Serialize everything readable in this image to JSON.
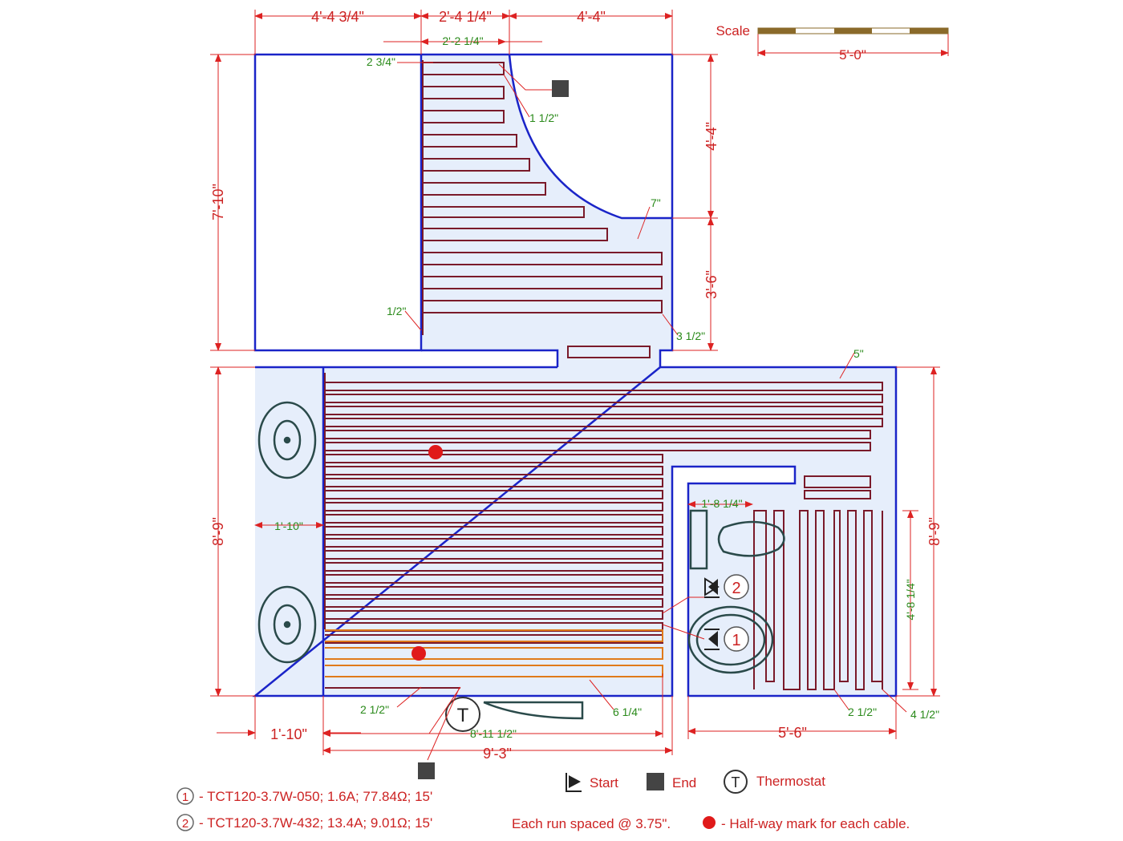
{
  "colors": {
    "wall": "#1a24c8",
    "floor": "#e6eefb",
    "cable": "#7a1a2a",
    "cable2": "#e07a1a",
    "dimension": "#dd2222",
    "note": "#2a8a1a",
    "fixture": "#2a4a4a",
    "halfway": "#e01a1a"
  },
  "scale": {
    "label": "Scale",
    "length": "5'-0\""
  },
  "dimensions_red": {
    "top1": "4'-4 3/4\"",
    "top2": "2'-4 1/4\"",
    "top3": "4'-4\"",
    "left_upper": "7'-10\"",
    "right_upper1": "4'-4\"",
    "right_upper2": "3'-6\"",
    "left_lower": "8'-9\"",
    "right_lower": "8'-9\"",
    "bottom_left": "1'-10\"",
    "bottom_mid": "9'-3\"",
    "bottom_right": "5'-6\""
  },
  "dimensions_green": {
    "inner_top": "2'-2 1/4\"",
    "gap_top": "2 3/4\"",
    "gap_curve": "1 1/2\"",
    "gap_7": "7\"",
    "gap_half": "1/2\"",
    "gap_3half": "3 1/2\"",
    "gap_5": "5\"",
    "vanity": "1'-10\"",
    "closet": "1'-8 1/4\"",
    "shower_h": "4'-8 1/4\"",
    "gap_bl": "2 1/2\"",
    "gap_61": "6 1/4\"",
    "run_len": "8'-11 1/2\"",
    "gap_br": "2 1/2\"",
    "gap_br2": "4 1/2\""
  },
  "markers": {
    "thermostat": "T",
    "cable1": "1",
    "cable2": "2"
  },
  "legend": {
    "start": "Start",
    "end": "End",
    "thermostat": "Thermostat",
    "cable1": "- TCT120-3.7W-050; 1.6A; 77.84Ω; 15'",
    "cable2": "- TCT120-3.7W-432; 13.4A; 9.01Ω; 15'",
    "spacing": "Each run spaced @ 3.75\".",
    "halfway": "- Half-way mark for each cable."
  }
}
